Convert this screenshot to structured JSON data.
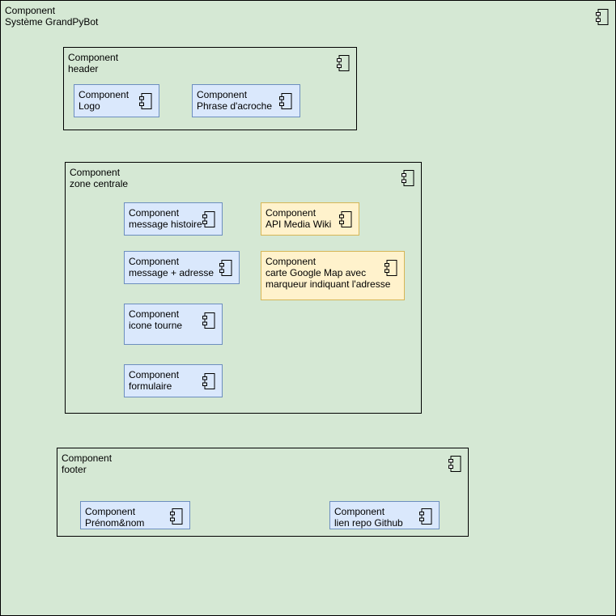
{
  "system": {
    "kind": "Component",
    "name": "Système GrandPyBot"
  },
  "header": {
    "kind": "Component",
    "name": "header",
    "children": [
      {
        "kind": "Component",
        "name": "Logo"
      },
      {
        "kind": "Component",
        "name": "Phrase d'acroche"
      }
    ]
  },
  "zone": {
    "kind": "Component",
    "name": "zone centrale",
    "children": [
      {
        "kind": "Component",
        "name": "message histoire"
      },
      {
        "kind": "Component",
        "name": "message + adresse"
      },
      {
        "kind": "Component",
        "name": "icone tourne"
      },
      {
        "kind": "Component",
        "name": "formulaire"
      },
      {
        "kind": "Component",
        "name": "API Media Wiki"
      },
      {
        "kind": "Component",
        "name": "carte Google Map avec",
        "name2": "marqueur indiquant l'adresse"
      }
    ]
  },
  "footer": {
    "kind": "Component",
    "name": "footer",
    "children": [
      {
        "kind": "Component",
        "name": "Prénom&nom"
      },
      {
        "kind": "Component",
        "name": "lien repo Github"
      }
    ]
  },
  "colors": {
    "system_fill": "#d5e8d4",
    "blue_fill": "#dae8fc",
    "blue_stroke": "#6c8ebf",
    "yellow_fill": "#fff2cc",
    "yellow_stroke": "#d6b656"
  }
}
